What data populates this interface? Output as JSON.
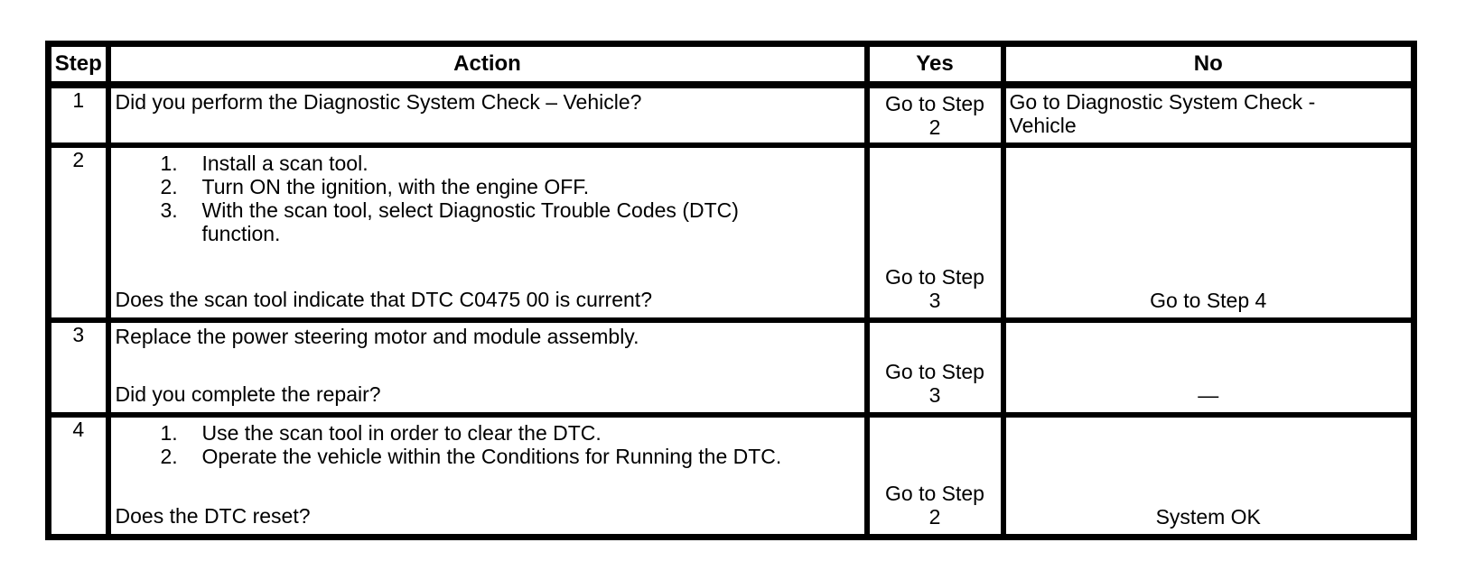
{
  "header": {
    "step": "Step",
    "action": "Action",
    "yes": "Yes",
    "no": "No"
  },
  "rows": [
    {
      "step": "1",
      "action": {
        "question": "Did you perform the Diagnostic System Check – Vehicle?"
      },
      "yes": "Go to Step\n2",
      "no": "Go to Diagnostic System Check -\nVehicle"
    },
    {
      "step": "2",
      "action": {
        "list": [
          {
            "num": "1.",
            "text": "Install a scan tool."
          },
          {
            "num": "2.",
            "text": "Turn ON the ignition, with the engine OFF."
          },
          {
            "num": "3.",
            "text": "With the scan tool, select Diagnostic Trouble Codes (DTC)\nfunction."
          }
        ],
        "question": "Does the scan tool indicate that DTC C0475 00 is current?"
      },
      "yes": "Go to Step\n3",
      "no": "Go to Step 4"
    },
    {
      "step": "3",
      "action": {
        "intro": "Replace the power steering motor and module assembly.",
        "question": "Did you complete the repair?"
      },
      "yes": "Go to Step\n3",
      "no": "—"
    },
    {
      "step": "4",
      "action": {
        "list": [
          {
            "num": "1.",
            "text": "Use the scan tool in order to clear the DTC."
          },
          {
            "num": "2.",
            "text": "Operate the vehicle within the Conditions for Running the DTC."
          }
        ],
        "question": "Does the DTC reset?"
      },
      "yes": "Go to Step\n2",
      "no": "System OK"
    }
  ]
}
